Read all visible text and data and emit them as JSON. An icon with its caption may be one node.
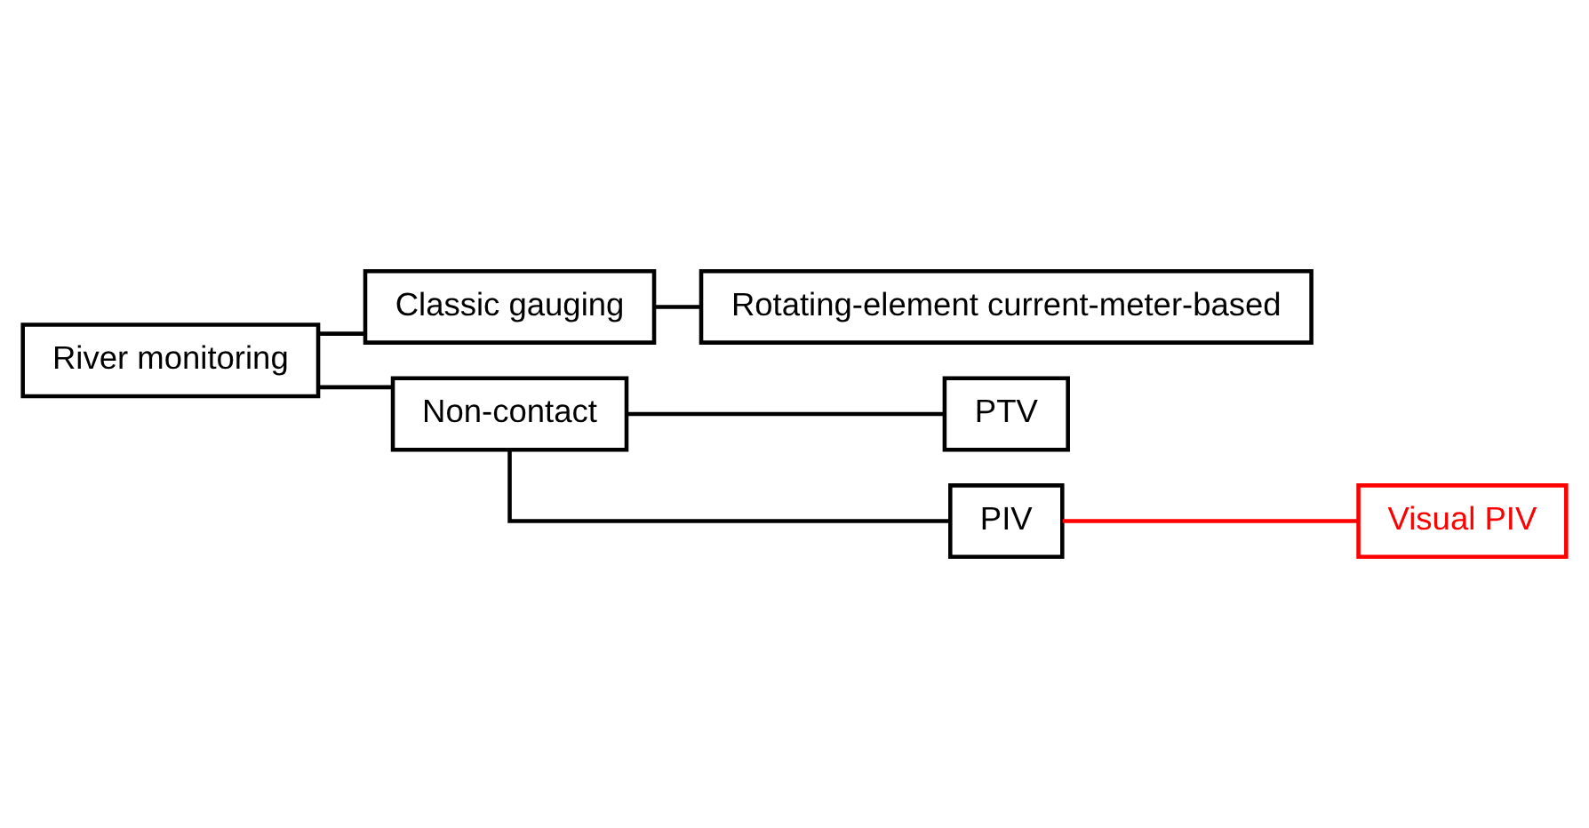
{
  "diagram": {
    "nodes": [
      {
        "text": [
          "River monitoring"
        ]
      },
      {
        "text": [
          "Classic gauging"
        ]
      },
      {
        "text": [
          "Rotating-element current-meter-based"
        ]
      },
      {
        "text": [
          "Non-contact"
        ]
      },
      {
        "text": [
          "PTV"
        ]
      },
      {
        "text": [
          "PIV"
        ]
      },
      {
        "text": [
          "Visual PIV"
        ]
      }
    ],
    "edges": [
      {
        "from": 0,
        "to": 1,
        "arrow": "none"
      },
      {
        "from": 0,
        "to": 3,
        "arrow": "none"
      },
      {
        "from": 1,
        "to": 2,
        "arrow": "none"
      },
      {
        "from": 3,
        "to": 4,
        "arrow": "none"
      },
      {
        "from": 3,
        "to": 5,
        "arrow": "none"
      },
      {
        "from": 5,
        "to": 6,
        "arrow": "none",
        "color": "#ff0000"
      }
    ]
  }
}
